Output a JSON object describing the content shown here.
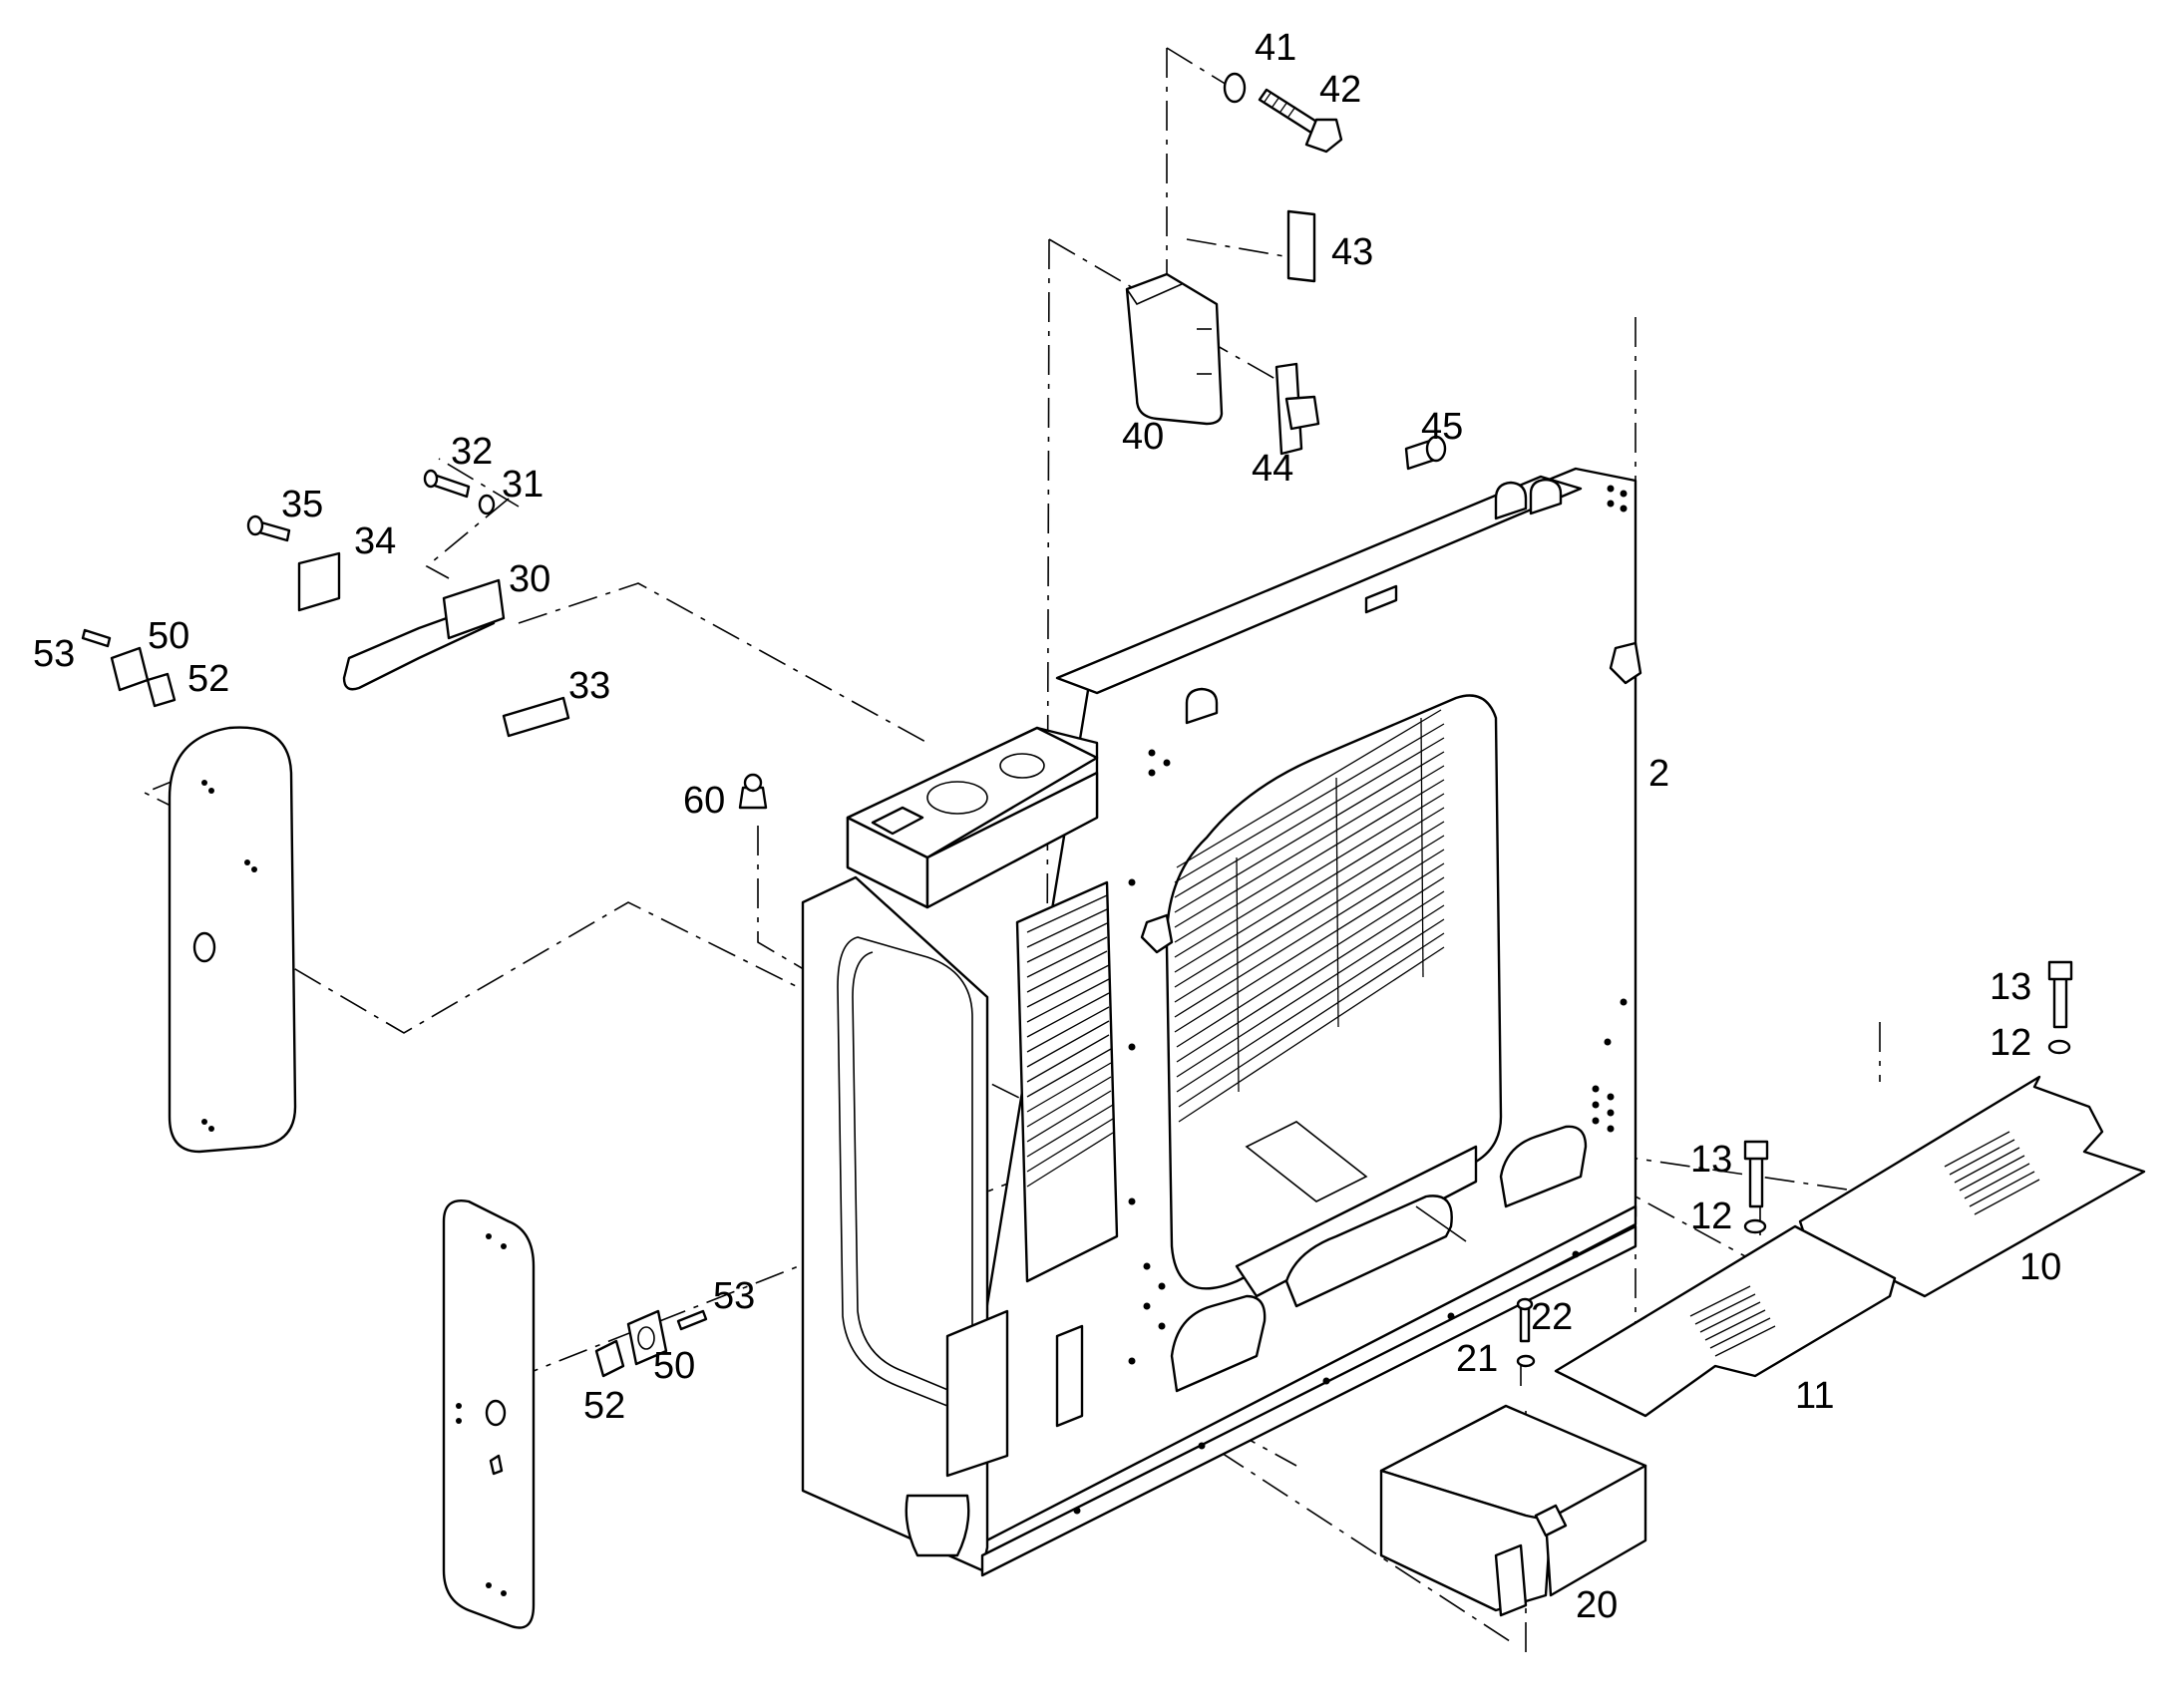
{
  "diagram": {
    "callouts": [
      {
        "id": "c41",
        "text": "41"
      },
      {
        "id": "c42",
        "text": "42"
      },
      {
        "id": "c43",
        "text": "43"
      },
      {
        "id": "c40",
        "text": "40"
      },
      {
        "id": "c44",
        "text": "44"
      },
      {
        "id": "c45",
        "text": "45"
      },
      {
        "id": "c32",
        "text": "32"
      },
      {
        "id": "c31",
        "text": "31"
      },
      {
        "id": "c35",
        "text": "35"
      },
      {
        "id": "c34",
        "text": "34"
      },
      {
        "id": "c30",
        "text": "30"
      },
      {
        "id": "c33",
        "text": "33"
      },
      {
        "id": "c53a",
        "text": "53"
      },
      {
        "id": "c50a",
        "text": "50"
      },
      {
        "id": "c52a",
        "text": "52"
      },
      {
        "id": "c60",
        "text": "60"
      },
      {
        "id": "c2",
        "text": "2"
      },
      {
        "id": "c13a",
        "text": "13"
      },
      {
        "id": "c12a",
        "text": "12"
      },
      {
        "id": "c13b",
        "text": "13"
      },
      {
        "id": "c12b",
        "text": "12"
      },
      {
        "id": "c10",
        "text": "10"
      },
      {
        "id": "c11",
        "text": "11"
      },
      {
        "id": "c22",
        "text": "22"
      },
      {
        "id": "c21",
        "text": "21"
      },
      {
        "id": "c20",
        "text": "20"
      },
      {
        "id": "c53b",
        "text": "53"
      },
      {
        "id": "c52b",
        "text": "52"
      },
      {
        "id": "c50b",
        "text": "50"
      }
    ]
  }
}
